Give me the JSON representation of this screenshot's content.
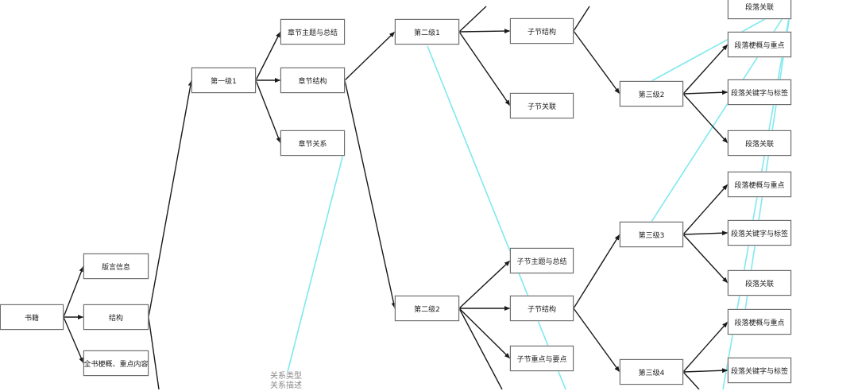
{
  "colors": {
    "edge": "#1a1a1a",
    "relation": "#7fe9ee",
    "node_border": "#6e6e6e"
  },
  "nodes": {
    "book": "书籍",
    "copyright": "版言信息",
    "structure": "结构",
    "summary": "全书梗概、重点内容",
    "level1": "第一级1",
    "chapter_theme": "章节主题与总结",
    "chapter_structure": "章节结构",
    "chapter_relation": "章节关系",
    "level2_1": "第二级1",
    "level2_2": "第二级2",
    "sub_structure_a": "子节结构",
    "sub_relation": "子节关联",
    "sub_theme": "子节主题与总结",
    "sub_structure_b": "子节结构",
    "sub_key_points": "子节重点与要点",
    "level3_2": "第三级2",
    "level3_3": "第三级3",
    "level3_4": "第三级4",
    "para_relation_top": "段落关联",
    "para_summary_1": "段落梗概与重点",
    "para_keywords_1": "段落关键字与标签",
    "para_relation_1": "段落关联",
    "para_summary_2": "段落梗概与重点",
    "para_keywords_2": "段落关键字与标签",
    "para_relation_2": "段落关联",
    "para_summary_3": "段落梗概与重点",
    "para_keywords_3": "段落关键字与标签"
  },
  "relation_label": {
    "line1": "关系类型",
    "line2": "关系描述"
  }
}
